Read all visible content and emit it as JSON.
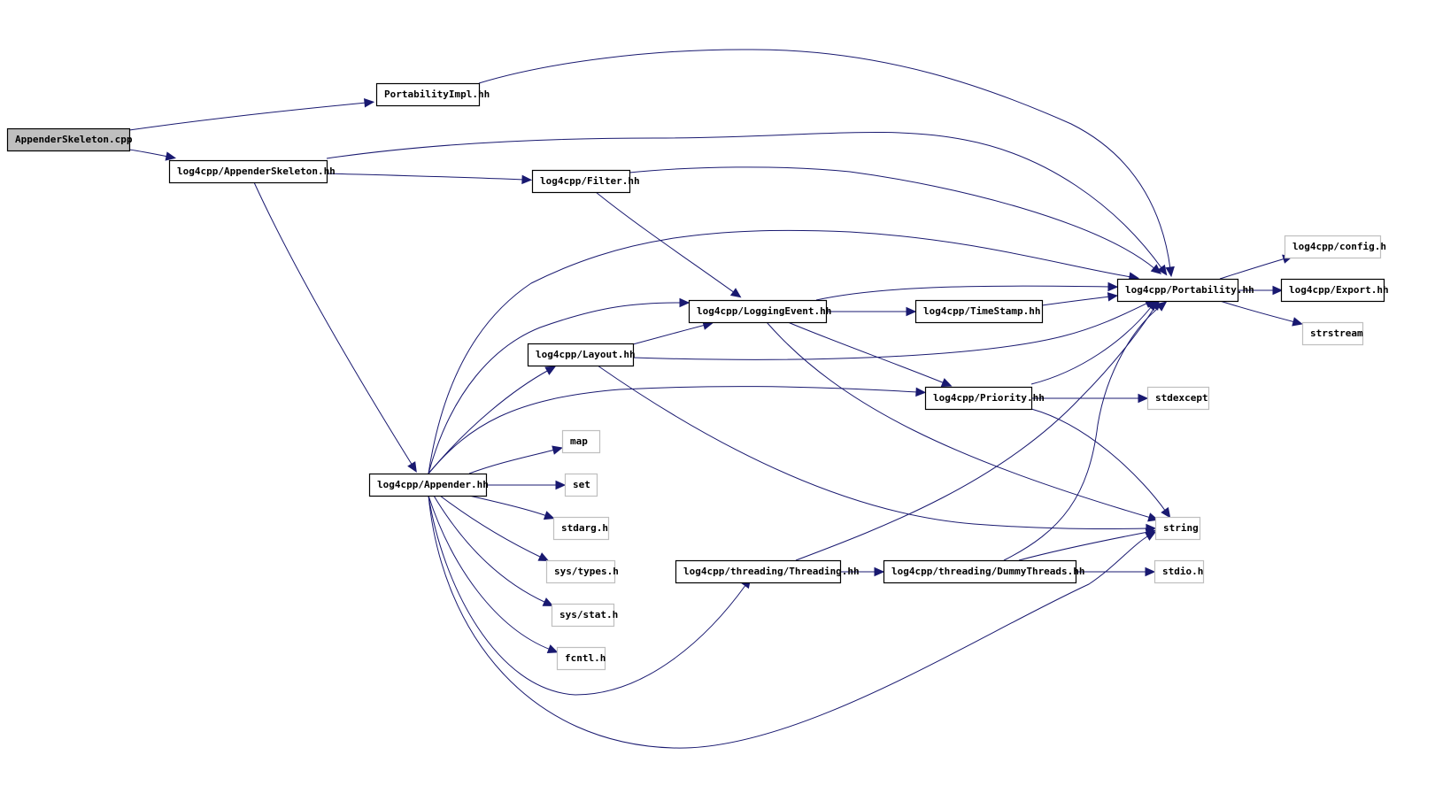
{
  "diagram": {
    "title": "Include dependency graph for AppenderSkeleton.cpp",
    "edge_color": "#191970",
    "root_fill": "#bfbfbf",
    "external_border": "#bfbfbf",
    "nodes": [
      {
        "id": "root",
        "label": "AppenderSkeleton.cpp",
        "kind": "root"
      },
      {
        "id": "portimpl",
        "label": "PortabilityImpl.hh",
        "kind": "doc"
      },
      {
        "id": "appskel",
        "label": "log4cpp/AppenderSkeleton.hh",
        "kind": "doc"
      },
      {
        "id": "filter",
        "label": "log4cpp/Filter.hh",
        "kind": "doc"
      },
      {
        "id": "portability",
        "label": "log4cpp/Portability.hh",
        "kind": "doc"
      },
      {
        "id": "config",
        "label": "log4cpp/config.h",
        "kind": "ext"
      },
      {
        "id": "export",
        "label": "log4cpp/Export.hh",
        "kind": "doc"
      },
      {
        "id": "strstream",
        "label": "strstream",
        "kind": "ext"
      },
      {
        "id": "logevent",
        "label": "log4cpp/LoggingEvent.hh",
        "kind": "doc"
      },
      {
        "id": "timestamp",
        "label": "log4cpp/TimeStamp.hh",
        "kind": "doc"
      },
      {
        "id": "layout",
        "label": "log4cpp/Layout.hh",
        "kind": "doc"
      },
      {
        "id": "priority",
        "label": "log4cpp/Priority.hh",
        "kind": "doc"
      },
      {
        "id": "stdexcept",
        "label": "stdexcept",
        "kind": "ext"
      },
      {
        "id": "map",
        "label": "map",
        "kind": "ext"
      },
      {
        "id": "appender",
        "label": "log4cpp/Appender.hh",
        "kind": "doc"
      },
      {
        "id": "set",
        "label": "set",
        "kind": "ext"
      },
      {
        "id": "string",
        "label": "string",
        "kind": "ext"
      },
      {
        "id": "stdarg",
        "label": "stdarg.h",
        "kind": "ext"
      },
      {
        "id": "systypes",
        "label": "sys/types.h",
        "kind": "ext"
      },
      {
        "id": "threading",
        "label": "log4cpp/threading/Threading.hh",
        "kind": "doc"
      },
      {
        "id": "dummythreads",
        "label": "log4cpp/threading/DummyThreads.hh",
        "kind": "doc"
      },
      {
        "id": "stdio",
        "label": "stdio.h",
        "kind": "ext"
      },
      {
        "id": "sysstat",
        "label": "sys/stat.h",
        "kind": "ext"
      },
      {
        "id": "fcntl",
        "label": "fcntl.h",
        "kind": "ext"
      }
    ],
    "edges": [
      {
        "from": "root",
        "to": "portimpl"
      },
      {
        "from": "root",
        "to": "appskel"
      },
      {
        "from": "portimpl",
        "to": "portability"
      },
      {
        "from": "appskel",
        "to": "portability"
      },
      {
        "from": "appskel",
        "to": "filter"
      },
      {
        "from": "appskel",
        "to": "appender"
      },
      {
        "from": "filter",
        "to": "portability"
      },
      {
        "from": "filter",
        "to": "logevent"
      },
      {
        "from": "portability",
        "to": "config"
      },
      {
        "from": "portability",
        "to": "export"
      },
      {
        "from": "portability",
        "to": "strstream"
      },
      {
        "from": "logevent",
        "to": "portability"
      },
      {
        "from": "logevent",
        "to": "timestamp"
      },
      {
        "from": "logevent",
        "to": "priority"
      },
      {
        "from": "logevent",
        "to": "string"
      },
      {
        "from": "timestamp",
        "to": "portability"
      },
      {
        "from": "layout",
        "to": "logevent"
      },
      {
        "from": "layout",
        "to": "portability"
      },
      {
        "from": "layout",
        "to": "string"
      },
      {
        "from": "priority",
        "to": "portability"
      },
      {
        "from": "priority",
        "to": "stdexcept"
      },
      {
        "from": "priority",
        "to": "string"
      },
      {
        "from": "appender",
        "to": "portability"
      },
      {
        "from": "appender",
        "to": "logevent"
      },
      {
        "from": "appender",
        "to": "layout"
      },
      {
        "from": "appender",
        "to": "priority"
      },
      {
        "from": "appender",
        "to": "map"
      },
      {
        "from": "appender",
        "to": "set"
      },
      {
        "from": "appender",
        "to": "stdarg"
      },
      {
        "from": "appender",
        "to": "systypes"
      },
      {
        "from": "appender",
        "to": "sysstat"
      },
      {
        "from": "appender",
        "to": "fcntl"
      },
      {
        "from": "appender",
        "to": "threading"
      },
      {
        "from": "appender",
        "to": "string"
      },
      {
        "from": "threading",
        "to": "portability"
      },
      {
        "from": "threading",
        "to": "dummythreads"
      },
      {
        "from": "dummythreads",
        "to": "portability"
      },
      {
        "from": "dummythreads",
        "to": "string"
      },
      {
        "from": "dummythreads",
        "to": "stdio"
      }
    ]
  }
}
